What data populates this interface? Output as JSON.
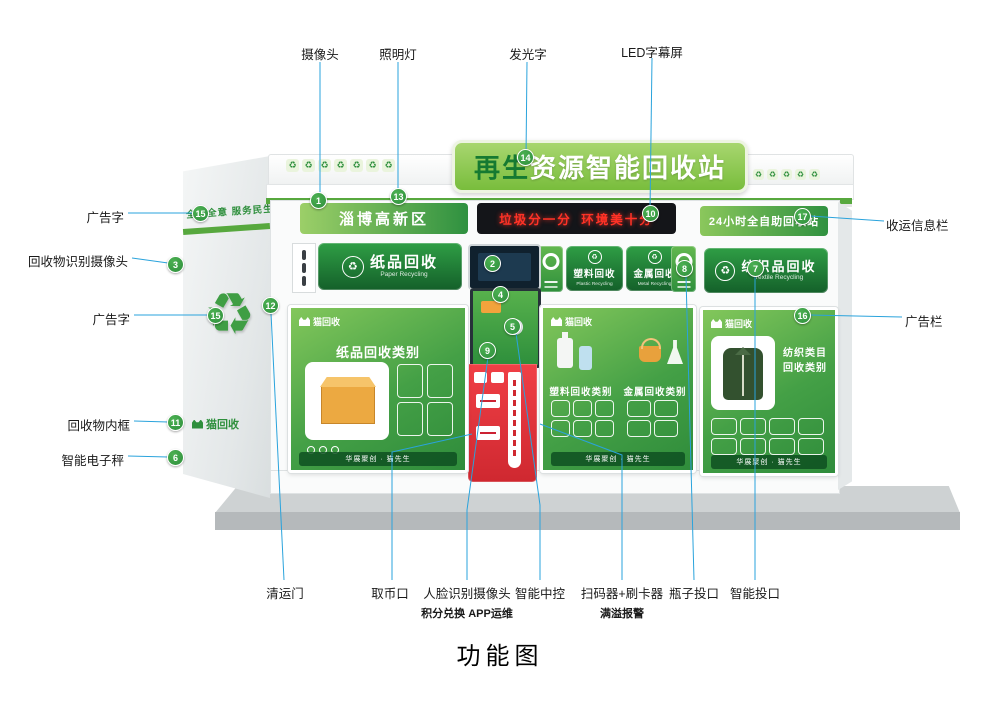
{
  "diagram_title": "功能图",
  "station": {
    "main_sign": {
      "accent": "再生",
      "rest": "资源智能回收站"
    },
    "recycle_glyph": "♻",
    "left_band": "淄博高新区",
    "led_text": "垃圾分一分 环境美十分",
    "right_band": "24小时全自助回收站",
    "side": {
      "slogan": "全心全意 服务民生",
      "brand": "猫回收"
    },
    "brand": "猫回收",
    "poster_footer": "华展聚创 · 猫先生",
    "bays": {
      "paper": {
        "name": "纸品回收",
        "en": "Paper Recycling",
        "poster_title": "纸品回收类别"
      },
      "plastic": {
        "name": "塑料回收",
        "en": "Plastic Recycling",
        "poster_title": "塑料回收类别"
      },
      "metal": {
        "name": "金属回收",
        "en": "Metal Recycling",
        "poster_title": "金属回收类别"
      },
      "textile": {
        "name": "纺织品回收",
        "en": "Textile Recycling",
        "poster_title": "纺织类目回收类别"
      }
    }
  },
  "labels": {
    "top": [
      "摄像头",
      "照明灯",
      "发光字",
      "LED字幕屏"
    ],
    "left": [
      "广告字",
      "回收物识别摄像头",
      "广告字",
      "回收物内框",
      "智能电子秤"
    ],
    "right": [
      "收运信息栏",
      "广告栏"
    ],
    "bottom": [
      {
        "text": "清运门"
      },
      {
        "text": "取币口"
      },
      {
        "text": "人脸识别摄像头",
        "sub": "积分兑换 APP运维"
      },
      {
        "text": "智能中控"
      },
      {
        "text": "扫码器+刷卡器",
        "sub": "满溢报警"
      },
      {
        "text": "瓶子投口"
      },
      {
        "text": "智能投口"
      }
    ]
  },
  "markers": {
    "m1": "1",
    "m2": "2",
    "m3": "3",
    "m4": "4",
    "m5": "5",
    "m6": "6",
    "m7": "7",
    "m8": "8",
    "m9": "9",
    "m10": "10",
    "m11": "11",
    "m12": "12",
    "m13": "13",
    "m14": "14",
    "m15a": "15",
    "m15b": "15",
    "m16": "16",
    "m17": "17"
  },
  "colors": {
    "brand_green": "#2f9140",
    "dark_green": "#14602a",
    "led_red": "#ff3226",
    "panel_red": "#e8353b",
    "leader_line_blue": "#2aa3dc",
    "marker_green": "#37a246"
  }
}
